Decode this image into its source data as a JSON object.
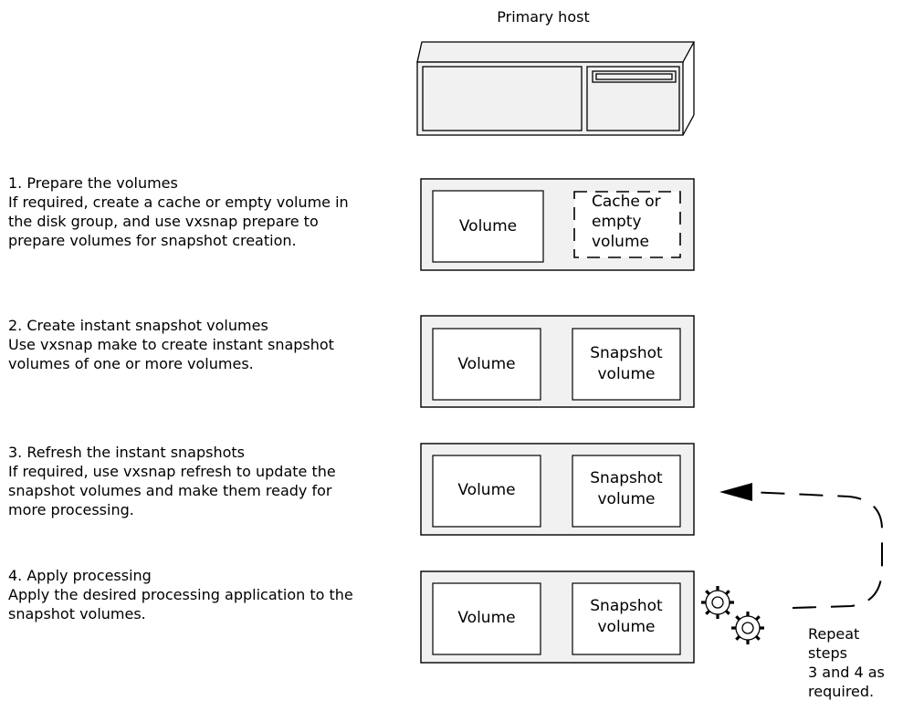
{
  "host": {
    "label": "Primary host"
  },
  "steps": [
    {
      "title": "1. Prepare the volumes",
      "desc": "If required, create a cache or empty volume in the disk group, and use vxsnap prepare to prepare volumes for snapshot creation."
    },
    {
      "title": "2. Create instant snapshot volumes",
      "desc": "Use vxsnap make to create instant snapshot volumes of one or more volumes."
    },
    {
      "title": "3. Refresh the instant snapshots",
      "desc": "If required, use vxsnap refresh to update the snapshot volumes and make them ready for more processing."
    },
    {
      "title": "4. Apply processing",
      "desc": "Apply the desired processing application to the snapshot volumes."
    }
  ],
  "boxes": {
    "volume": "Volume",
    "cache": [
      "Cache or",
      "empty",
      "volume"
    ],
    "snapshot": [
      "Snapshot",
      "volume"
    ]
  },
  "repeat_note": "Repeat steps\n3 and 4 as\nrequired."
}
